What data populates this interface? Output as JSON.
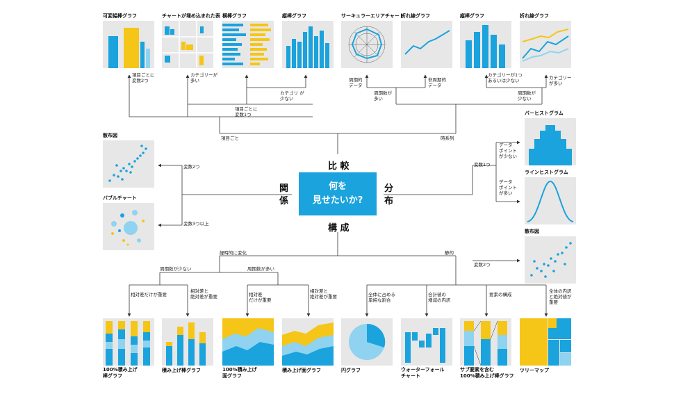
{
  "center": {
    "line1": "何を",
    "line2": "見せたいか?"
  },
  "axes": {
    "top": "比 較",
    "bottom": "構 成",
    "left": "関 係",
    "right": "分 布"
  },
  "charts": {
    "var_width_col": "可変幅棒グラフ",
    "table_chart": "チャートが埋め込まれた表",
    "bar_h": "横棒グラフ",
    "column": "縦棒グラフ",
    "radar": "サーキュラーエリアチャート",
    "line_few": "折れ線グラフ",
    "column2": "縦棒グラフ",
    "line_multi": "折れ線グラフ",
    "histogram": "バーヒストグラム",
    "line_hist": "ラインヒストグラム",
    "scatter_dist": "散布図",
    "scatter_rel": "散布図",
    "bubble": "バブルチャート",
    "stacked100_col_l1": "100%積み上げ",
    "stacked100_col_l2": "棒グラフ",
    "stacked_col": "積み上げ棒グラフ",
    "stacked100_area_l1": "100%積み上げ",
    "stacked100_area_l2": "面グラフ",
    "stacked_area": "積み上げ面グラフ",
    "pie": "円グラフ",
    "waterfall_l1": "ウォーターフォール",
    "waterfall_l2": "チャート",
    "sub_stacked_l1": "サブ要素を含む",
    "sub_stacked_l2": "100%積み上げ棒グラフ",
    "treemap": "ツリーマップ"
  },
  "labels": {
    "two_vars_per_item": "項目ごとに\n変数2つ",
    "many_categories": "カテゴリーが\n多い",
    "few_categories": "カテゴリ が\n少ない",
    "one_var_per_item": "項目ごとに\n変数1つ",
    "per_item": "項目ごと",
    "periodic": "周期的\nデータ",
    "non_periodic": "非周期的\nデータ",
    "many_periods": "周期数が\n多い",
    "few_cat_group": "カテゴリーが1つ\nあるいは少ない",
    "many_cat": "カテゴリー\nが多い",
    "few_periods": "周期数が\n少ない",
    "time_series": "時系列",
    "one_var": "変数1つ",
    "few_points": "データ\nポイント\nが少ない",
    "many_points": "データ\nポイント\nが多い",
    "two_vars_dist": "変数2つ",
    "two_vars_rel": "変数2つ",
    "three_vars": "変数3つ以上",
    "changes_over_time": "経時的に変化",
    "static": "静的",
    "few_periods_b": "周期数が少ない",
    "many_periods_b": "周期数が多い",
    "rel_diff_only_1": "相対差だけが重要",
    "rel_abs_1": "相対差と\n絶対差が重要",
    "rel_diff_only_2": "相対差\nだけが重要",
    "rel_abs_2": "相対差と\n絶対差が重要",
    "share_of_total": "全体に占める\n単純な割合",
    "accum_sub": "合計値の\n増減の内訳",
    "components": "要素の構成",
    "components_abs": "全体の内訳\nと絶対値が\n重要"
  },
  "colors": {
    "blue": "#1aa3dd",
    "yellow": "#f5c518",
    "lightblue": "#8fd3f0",
    "gray": "#e7e7e7",
    "line": "#333333"
  }
}
